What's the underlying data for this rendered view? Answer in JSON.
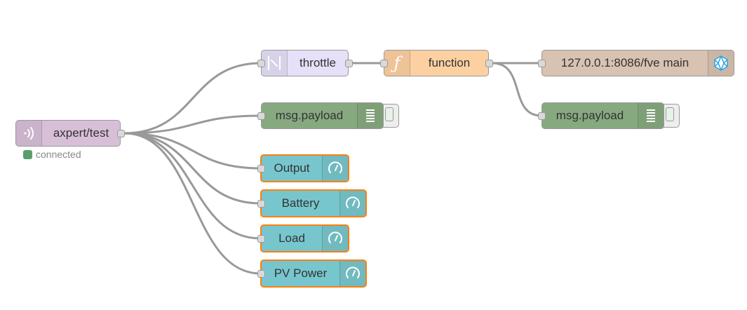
{
  "colors": {
    "mqtt": "#d8bfd8",
    "throttle": "#e6e0f8",
    "function": "#fdd0a2",
    "influx": "#d8c2b1",
    "debug": "#87a980",
    "gauge": "#77c6cd",
    "wire": "#999999",
    "selected_border": "#ff7f0e"
  },
  "nodes": {
    "mqtt_in": {
      "label": "axpert/test",
      "icon": "wifi-signal-icon",
      "status_text": "connected"
    },
    "throttle": {
      "label": "throttle",
      "icon": "throttle-icon"
    },
    "function": {
      "label": "function",
      "icon": "function-icon"
    },
    "influx": {
      "label": "127.0.0.1:8086/fve main",
      "icon": "database-icon"
    },
    "debug_top": {
      "label": "msg.payload",
      "icon": "list-icon"
    },
    "debug_bottom": {
      "label": "msg.payload",
      "icon": "list-icon"
    },
    "gauge_output": {
      "label": "Output",
      "icon": "gauge-icon"
    },
    "gauge_battery": {
      "label": "Battery",
      "icon": "gauge-icon"
    },
    "gauge_load": {
      "label": "Load",
      "icon": "gauge-icon"
    },
    "gauge_pv": {
      "label": "PV Power",
      "icon": "gauge-icon"
    }
  }
}
